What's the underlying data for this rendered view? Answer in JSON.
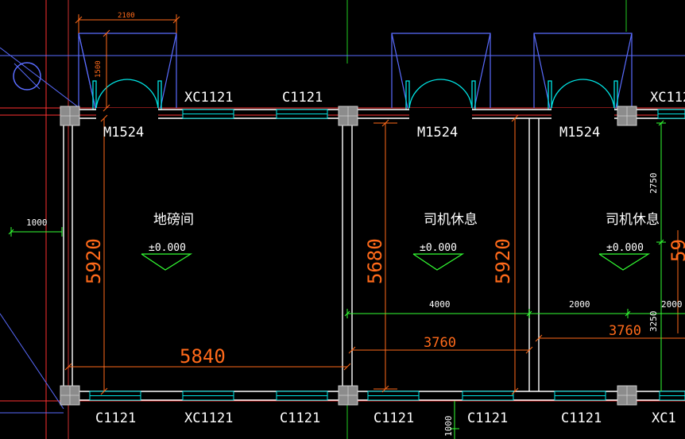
{
  "colors": {
    "background": "#000000",
    "wall": "#ffffff",
    "window": "#00e5e5",
    "door_swing": "#00e5e5",
    "canopy": "#5a6cff",
    "dim_red": "#ff6a1a",
    "dim_green": "#33ff33",
    "column": "#8c8c8c",
    "axis_red": "#ff3030"
  },
  "labels": {
    "top_xc_left": "XC1121",
    "top_c": "C1121",
    "top_xc_right": "XC112",
    "door_1": "M1524",
    "door_2": "M1524",
    "door_3": "M1524",
    "bottom_c_1": "C1121",
    "bottom_xc_2": "XC1121",
    "bottom_c_3": "C1121",
    "bottom_c_4": "C1121",
    "bottom_c_5": "C1121",
    "bottom_c_6": "C1121",
    "bottom_xc_7": "XC1"
  },
  "rooms": [
    {
      "name": "地磅间",
      "elevation": "±0.000"
    },
    {
      "name": "司机休息",
      "elevation": "±0.000"
    },
    {
      "name": "司机休息",
      "elevation": "±0.000"
    }
  ],
  "dimensions": {
    "top_2100": "2100",
    "door_small": "1500",
    "left_1000": "1000",
    "room1_height": "5920",
    "room1_width": "5840",
    "room2_height_inner": "5680",
    "room2_height": "5920",
    "room2_width": "3760",
    "room3_width": "3760",
    "span_4000": "4000",
    "span_2000_a": "2000",
    "span_2000_b": "2000",
    "right_2750": "2750",
    "right_3250": "3250",
    "right_5920_cut": "59",
    "bottom_1000": "1000"
  }
}
